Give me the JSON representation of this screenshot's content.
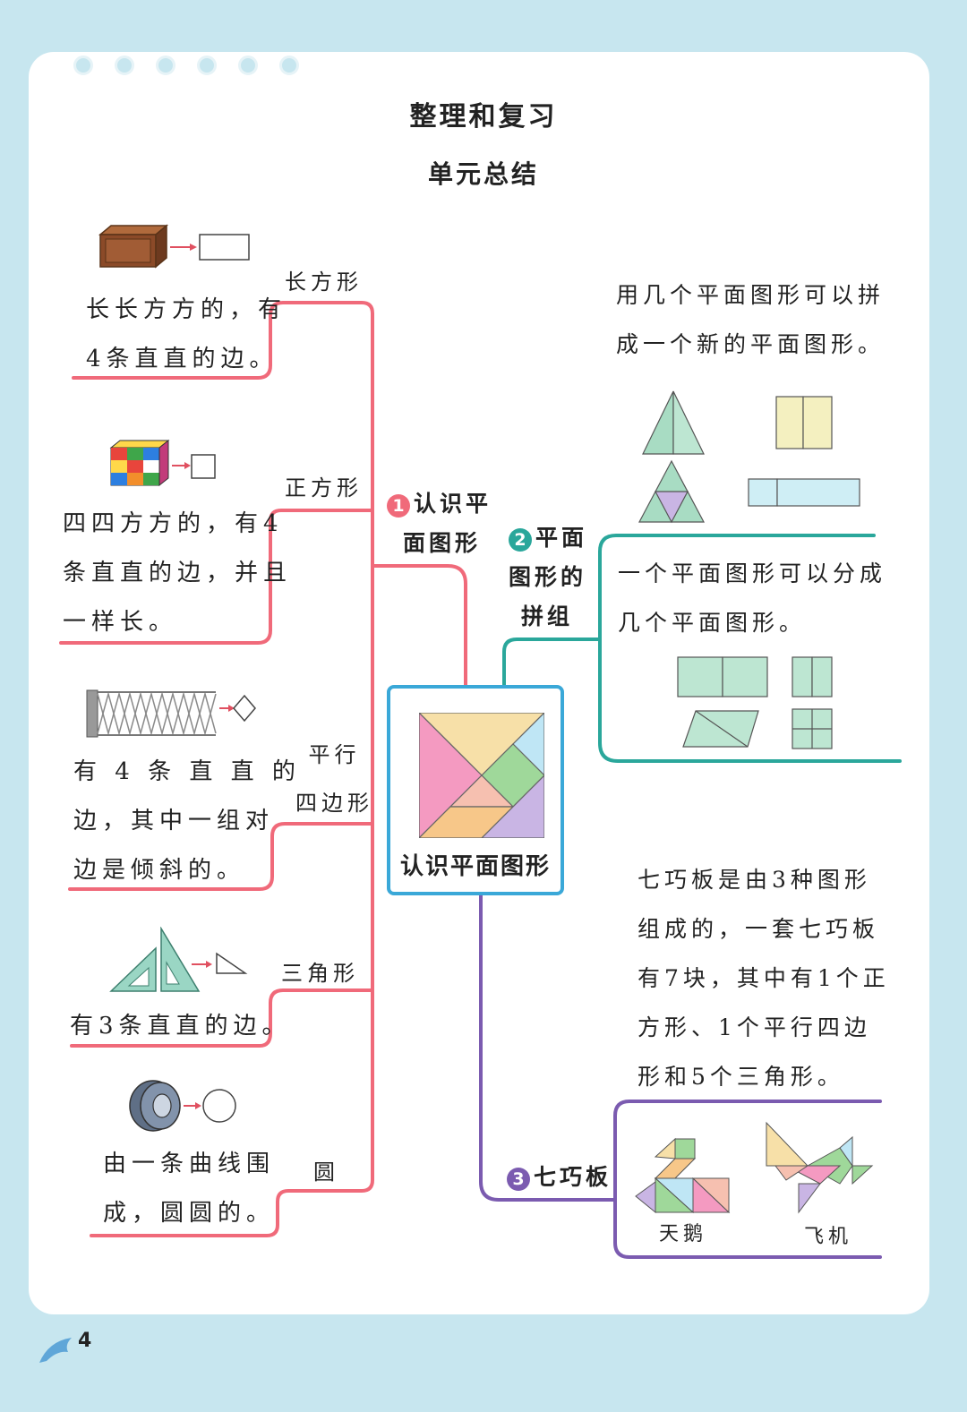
{
  "page": {
    "title": "整理和复习",
    "subtitle": "单元总结",
    "page_number": "4"
  },
  "center": {
    "label": "认识平面图形"
  },
  "branches": [
    {
      "number": "1",
      "line1": "认识平",
      "line2": "面图形",
      "color": "#f06a7a"
    },
    {
      "number": "2",
      "line1": "平面",
      "line2": "图形的",
      "line3": "拼组",
      "color": "#2aa79b"
    },
    {
      "number": "3",
      "line1": "七巧板",
      "color": "#7b5bb0"
    }
  ],
  "shapes": [
    {
      "label": "长方形",
      "text": "长长方方的，有\n4条直直的边。"
    },
    {
      "label": "正方形",
      "text": "四四方方的，有4\n条直直的边，并且\n一样长。"
    },
    {
      "label": "平行\n四边形",
      "text": "有 4 条 直 直 的\n边，其中一组对\n边是倾斜的。"
    },
    {
      "label": "三角形",
      "text": "有3条直直的边。"
    },
    {
      "label": "圆",
      "text": "由一条曲线围\n成，圆圆的。"
    }
  ],
  "combine": {
    "text1": "用几个平面图形可以拼\n成一个新的平面图形。",
    "text2": "一个平面图形可以分成\n几个平面图形。"
  },
  "tangram": {
    "text": "七巧板是由3种图形\n组成的，一套七巧板\n有7块，其中有1个正\n方形、1个平行四边\n形和5个三角形。",
    "examples": [
      "天鹅",
      "飞机"
    ]
  },
  "colors": {
    "background": "#c7e6ef",
    "branch1": "#f06a7a",
    "branch2": "#2aa79b",
    "branch3": "#7b5bb0",
    "center_border": "#3aa8d8"
  },
  "icons": [
    "wooden-box-icon",
    "rubiks-cube-icon",
    "folding-gate-icon",
    "set-square-icon",
    "tape-roll-icon",
    "tangram-square-icon",
    "swan-tangram-icon",
    "airplane-tangram-icon"
  ]
}
